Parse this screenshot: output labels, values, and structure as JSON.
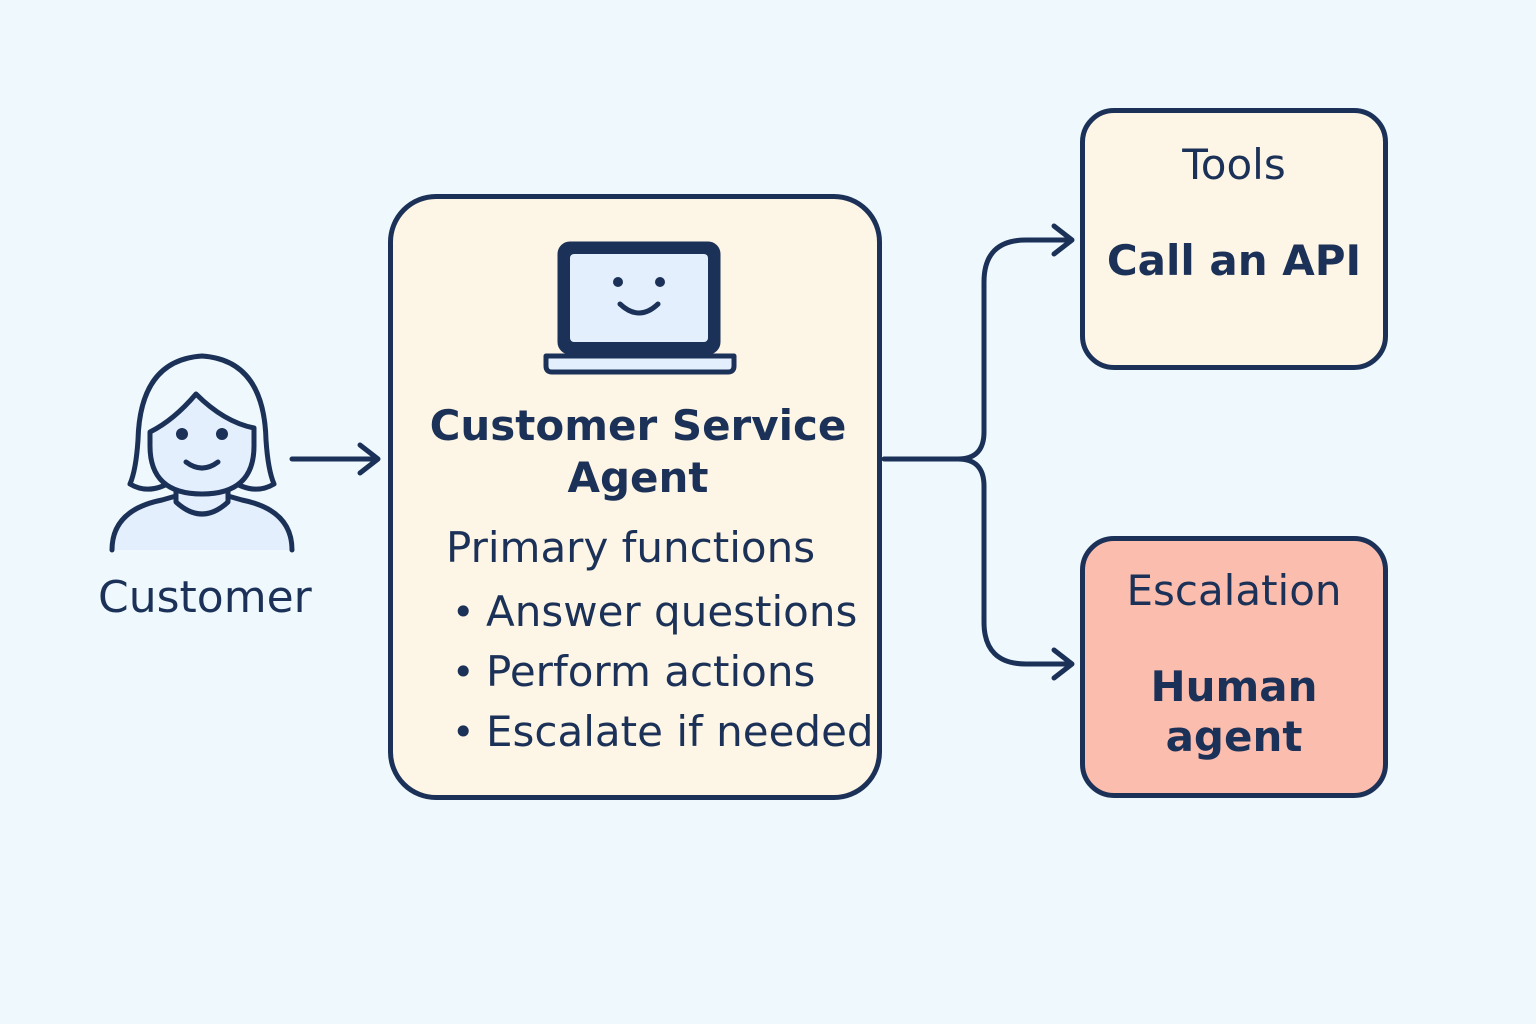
{
  "customer": {
    "label": "Customer",
    "icon": "person-icon"
  },
  "agent": {
    "icon": "smiling-laptop-icon",
    "title": "Customer Service Agent",
    "functions_title": "Primary functions",
    "functions": [
      "Answer questions",
      "Perform actions",
      "Escalate if needed"
    ]
  },
  "tools": {
    "title": "Tools",
    "action": "Call an API"
  },
  "escalation": {
    "title": "Escalation",
    "action": "Human agent"
  },
  "colors": {
    "background": "#eef8fd",
    "stroke": "#1b3157",
    "box_fill": "#fdf5e5",
    "escalation_fill": "#fbbdae",
    "icon_fill": "#e3effc"
  }
}
